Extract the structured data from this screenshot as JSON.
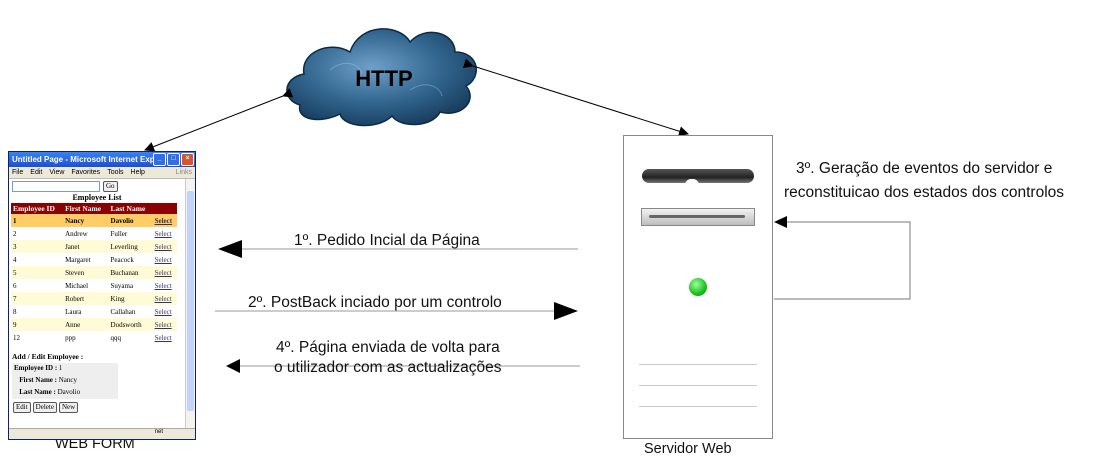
{
  "diagram": {
    "cloud_label": "HTTP",
    "client_label": "WEB FORM",
    "server_label": "Servidor Web",
    "step1": "1º. Pedido Incial da Página",
    "step2": "2º. PostBack inciado por um controlo",
    "step3_line1": "3º. Geração de eventos do servidor e",
    "step3_line2": "reconstituicao dos estados dos controlos",
    "step4_line1": "4º. Página enviada de volta para",
    "step4_line2": "o utilizador com as actualizações"
  },
  "browser": {
    "title": "Untitled Page - Microsoft Internet Explo...",
    "menu": [
      "File",
      "Edit",
      "View",
      "Favorites",
      "Tools",
      "Help"
    ],
    "links_label": "Links",
    "go_button": "Go",
    "table_title": "Employee List",
    "columns": [
      "Employee ID",
      "First Name",
      "Last Name",
      ""
    ],
    "header_select": "",
    "rows": [
      {
        "id": "1",
        "first": "Nancy",
        "last": "Davolio",
        "action": "Select"
      },
      {
        "id": "2",
        "first": "Andrew",
        "last": "Fuller",
        "action": "Select"
      },
      {
        "id": "3",
        "first": "Janet",
        "last": "Leverling",
        "action": "Select"
      },
      {
        "id": "4",
        "first": "Margaret",
        "last": "Peacock",
        "action": "Select"
      },
      {
        "id": "5",
        "first": "Steven",
        "last": "Buchanan",
        "action": "Select"
      },
      {
        "id": "6",
        "first": "Michael",
        "last": "Suyama",
        "action": "Select"
      },
      {
        "id": "7",
        "first": "Robert",
        "last": "King",
        "action": "Select"
      },
      {
        "id": "8",
        "first": "Laura",
        "last": "Callahan",
        "action": "Select"
      },
      {
        "id": "9",
        "first": "Anne",
        "last": "Dodsworth",
        "action": "Select"
      },
      {
        "id": "12",
        "first": "ppp",
        "last": "qqq",
        "action": "Select"
      }
    ],
    "selected_row": 1,
    "form": {
      "title": "Add / Edit Employee :",
      "id_label": "Employee ID :",
      "id_value": "1",
      "first_label": "First Name :",
      "first_value": "Nancy",
      "last_label": "Last Name :",
      "last_value": "Davolio",
      "buttons": [
        "Edit",
        "Delete",
        "New"
      ]
    },
    "status_zone": "net"
  },
  "colors": {
    "cloud": "#2e5f8a",
    "header_bg": "#8b0000",
    "selected_row": "#ffcc66",
    "alt_row": "#fffbd6",
    "led": "#19c01e"
  }
}
